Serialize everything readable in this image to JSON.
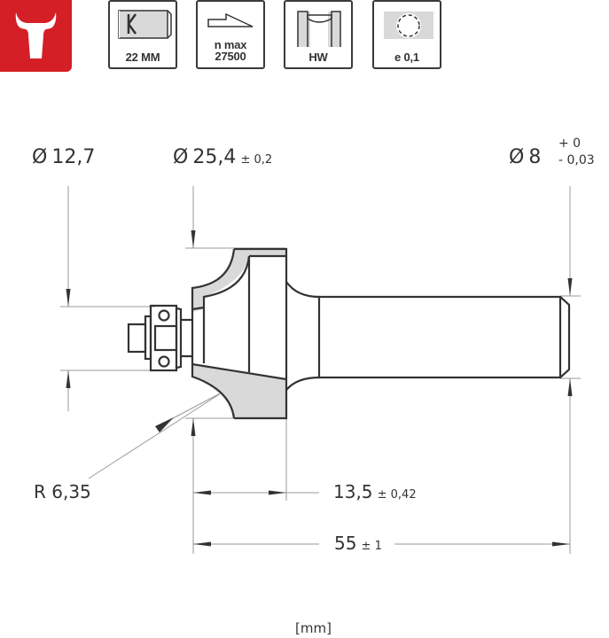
{
  "logo": {
    "icon": "bull-head-icon",
    "color": "#d51f26"
  },
  "badges": [
    {
      "icon": "shank-icon",
      "label": "22 MM"
    },
    {
      "icon": "speed-icon",
      "label_line1": "n max",
      "label_line2": "27500"
    },
    {
      "icon": "carbide-tip-icon",
      "label": "HW"
    },
    {
      "icon": "runout-icon",
      "label": "e 0,1"
    }
  ],
  "dimensions": {
    "bearing_diameter": {
      "symbol": "Ø",
      "value": "12,7"
    },
    "cutting_diameter": {
      "symbol": "Ø",
      "value": "25,4",
      "tolerance": "± 0,2"
    },
    "shank_diameter": {
      "symbol": "Ø",
      "value": "8",
      "tol_upper": "+ 0",
      "tol_lower": "- 0,03"
    },
    "radius": {
      "value": "R 6,35"
    },
    "cutting_length": {
      "value": "13,5",
      "tolerance": "± 0,42"
    },
    "total_length": {
      "value": "55",
      "tolerance": "± 1"
    }
  },
  "units": "[mm]",
  "colors": {
    "brand_red": "#d51f26",
    "line": "#333333",
    "fill_gray": "#d9d9d9",
    "dim_line": "#9a9a9a"
  }
}
